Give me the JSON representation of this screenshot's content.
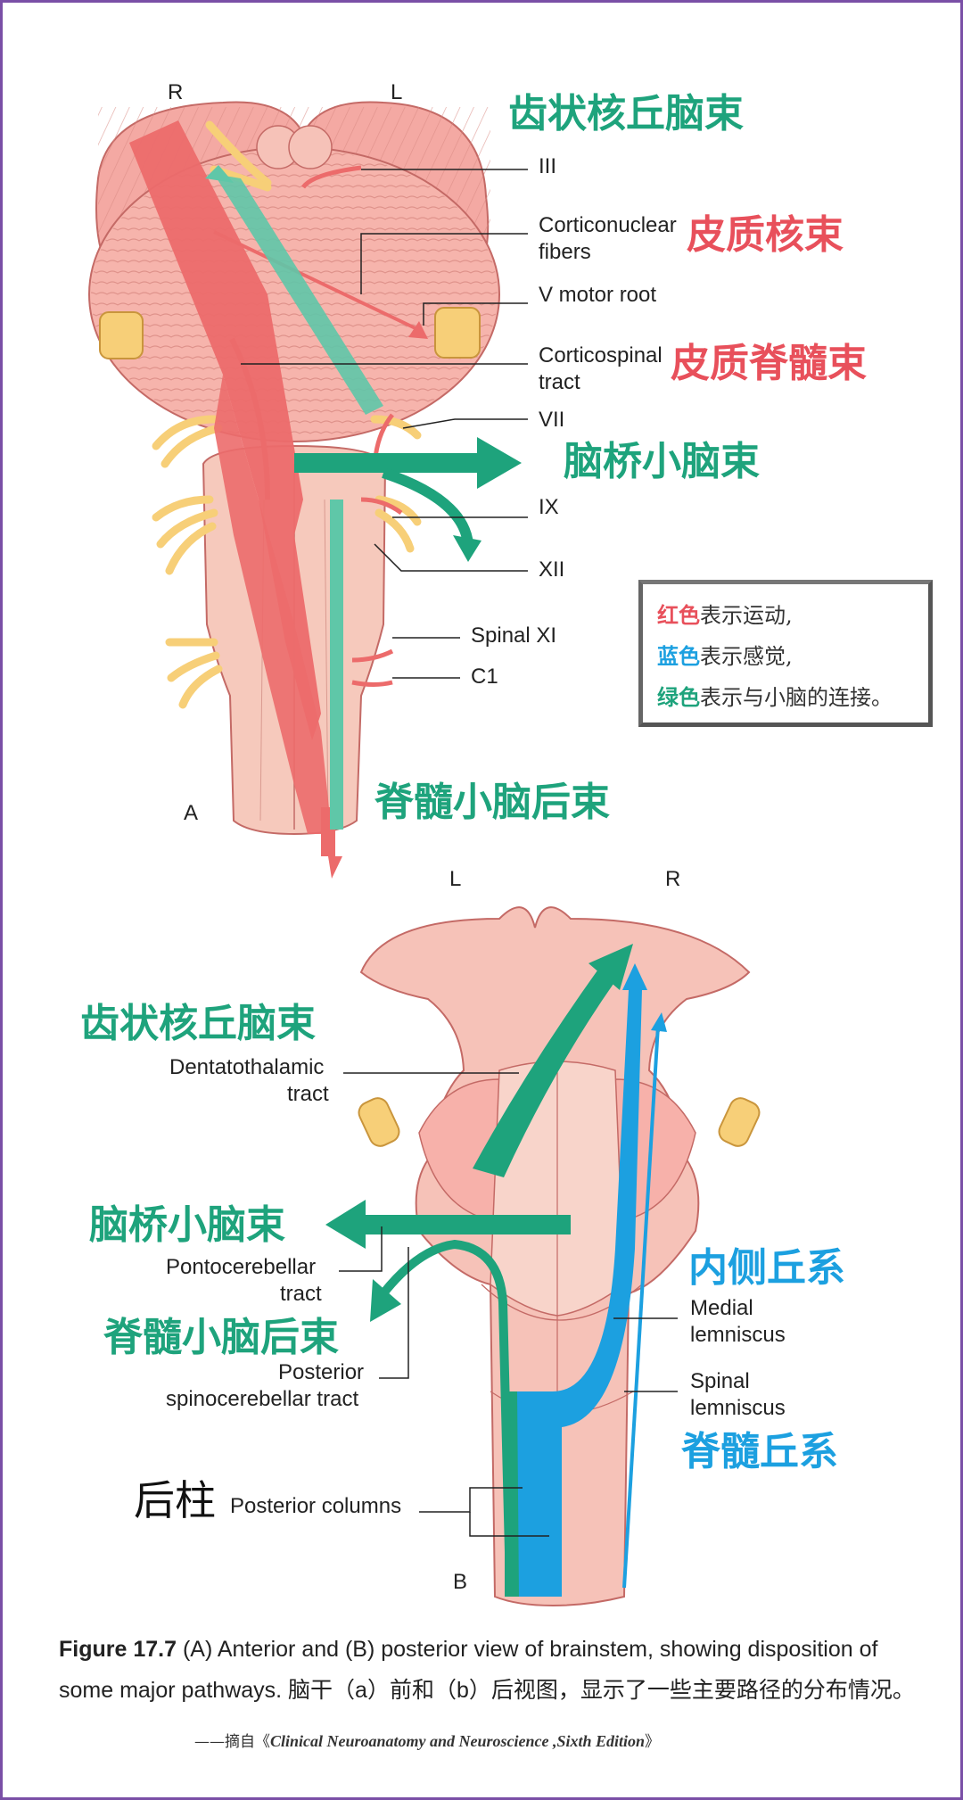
{
  "panelA": {
    "side_right": "R",
    "side_left": "L",
    "panel_letter": "A",
    "labels": {
      "III": "III",
      "corticonuclear_1": "Corticonuclear",
      "corticonuclear_2": "fibers",
      "v_motor_root": "V motor root",
      "corticospinal_1": "Corticospinal",
      "corticospinal_2": "tract",
      "VII": "VII",
      "IX": "IX",
      "XII": "XII",
      "spinal_xi": "Spinal XI",
      "C1": "C1"
    },
    "cn_labels": {
      "dentatothalamic": "齿状核丘脑束",
      "corticonuclear": "皮质核束",
      "corticospinal": "皮质脊髓束",
      "pontocerebellar": "脑桥小脑束",
      "posterior_spinocerebellar": "脊髓小脑后束"
    }
  },
  "legend": {
    "red_word": "红色",
    "red_rest": "表示运动,",
    "blue_word": "蓝色",
    "blue_rest": "表示感觉,",
    "green_word": "绿色",
    "green_rest": "表示与小脑的连接。"
  },
  "panelB": {
    "side_left": "L",
    "side_right": "R",
    "panel_letter": "B",
    "labels": {
      "dentatothalamic_1": "Dentatothalamic",
      "dentatothalamic_2": "tract",
      "pontocerebellar_1": "Pontocerebellar",
      "pontocerebellar_2": "tract",
      "posterior_spino_1": "Posterior",
      "posterior_spino_2": "spinocerebellar tract",
      "medial_lemniscus_1": "Medial",
      "medial_lemniscus_2": "lemniscus",
      "spinal_lemniscus_1": "Spinal",
      "spinal_lemniscus_2": "lemniscus",
      "posterior_columns": "Posterior columns"
    },
    "cn_labels": {
      "dentatothalamic": "齿状核丘脑束",
      "pontocerebellar": "脑桥小脑束",
      "posterior_spinocerebellar": "脊髓小脑后束",
      "medial_lemniscus": "内侧丘系",
      "spinal_lemniscus": "脊髓丘系",
      "posterior_columns": "后柱"
    }
  },
  "caption": {
    "figure": "Figure 17.7",
    "text": " (A) Anterior and (B) posterior view of brainstem, showing disposition of some major pathways. 脑干（a）前和（b）后视图，显示了一些主要路径的分布情况。"
  },
  "source": {
    "prefix": "——摘自《",
    "title": "Clinical Neuroanatomy and Neuroscience ,Sixth Edition",
    "suffix": "》"
  },
  "colors": {
    "motor": "#e8505b",
    "sensory": "#1ca0e0",
    "cerebellar": "#1ea37c",
    "tissue": "#f6c2b8",
    "nerve": "#f7cf78",
    "frame": "#7a4fa6"
  }
}
